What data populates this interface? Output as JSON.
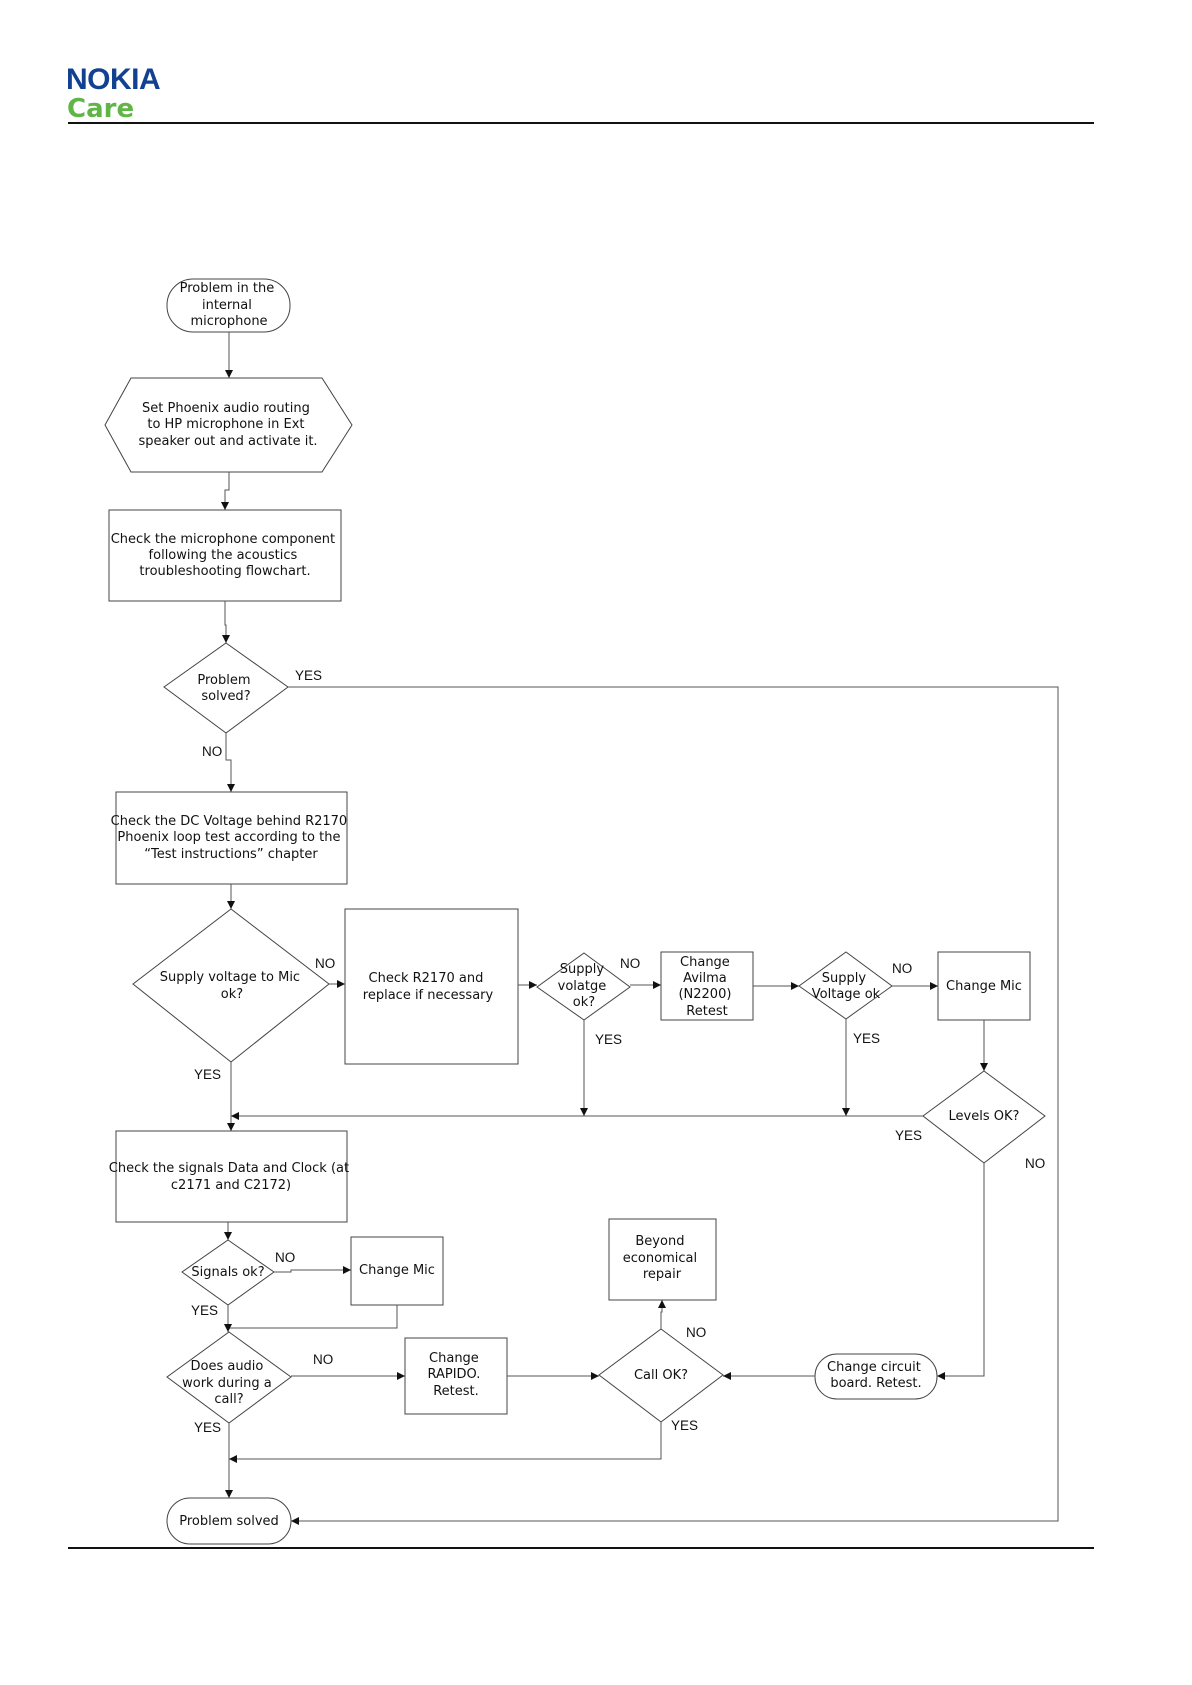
{
  "header": {
    "brand": "NOKIA",
    "sub_brand": "Care",
    "brand_color": "#124191",
    "sub_brand_color": "#5fb546"
  },
  "nodes": {
    "start": [
      "Problem in the",
      "internal",
      "microphone"
    ],
    "set_routing": [
      "Set Phoenix audio routing",
      "to HP microphone in Ext",
      "speaker out and activate it."
    ],
    "check_component": [
      "Check the microphone component",
      "following the acoustics",
      "troubleshooting flowchart."
    ],
    "problem_solved_q": [
      "Problem",
      "solved?"
    ],
    "check_dc": [
      "Check the DC Voltage behind R2170",
      "Phoenix loop test according to the",
      "“Test instructions” chapter"
    ],
    "supply_mic_q": [
      "Supply voltage to Mic",
      "ok?"
    ],
    "check_r2170": [
      "Check R2170 and",
      "replace if necessary"
    ],
    "supply_volatge_q": [
      "Supply",
      "volatge",
      "ok?"
    ],
    "change_avilma": [
      "Change",
      "Avilma",
      "(N2200)",
      "Retest"
    ],
    "supply_voltage_ok_q": [
      "Supply",
      "Voltage ok"
    ],
    "change_mic_1": [
      "Change Mic"
    ],
    "levels_ok_q": [
      "Levels OK?"
    ],
    "check_signals": [
      "Check the signals Data and Clock (at",
      "c2171 and C2172)"
    ],
    "signals_ok_q": [
      "Signals ok?"
    ],
    "change_mic_2": [
      "Change Mic"
    ],
    "audio_call_q": [
      "Does audio",
      "work during a",
      "call?"
    ],
    "change_rapido": [
      "Change",
      "RAPIDO.",
      "Retest."
    ],
    "call_ok_q": [
      "Call OK?"
    ],
    "beyond_repair": [
      "Beyond",
      "economical",
      "repair"
    ],
    "change_board": [
      "Change circuit",
      "board. Retest."
    ],
    "end": [
      "Problem solved"
    ]
  },
  "edge_labels": {
    "problem_solved_yes": "YES",
    "problem_solved_no": "NO",
    "supply_mic_no": "NO",
    "supply_mic_yes": "YES",
    "supply_volatge_no": "NO",
    "supply_volatge_yes": "YES",
    "supply_voltage_ok_no": "NO",
    "supply_voltage_ok_yes": "YES",
    "levels_yes": "YES",
    "levels_no": "NO",
    "signals_no": "NO",
    "signals_yes": "YES",
    "audio_no": "NO",
    "audio_yes": "YES",
    "call_no": "NO",
    "call_yes": "YES"
  }
}
